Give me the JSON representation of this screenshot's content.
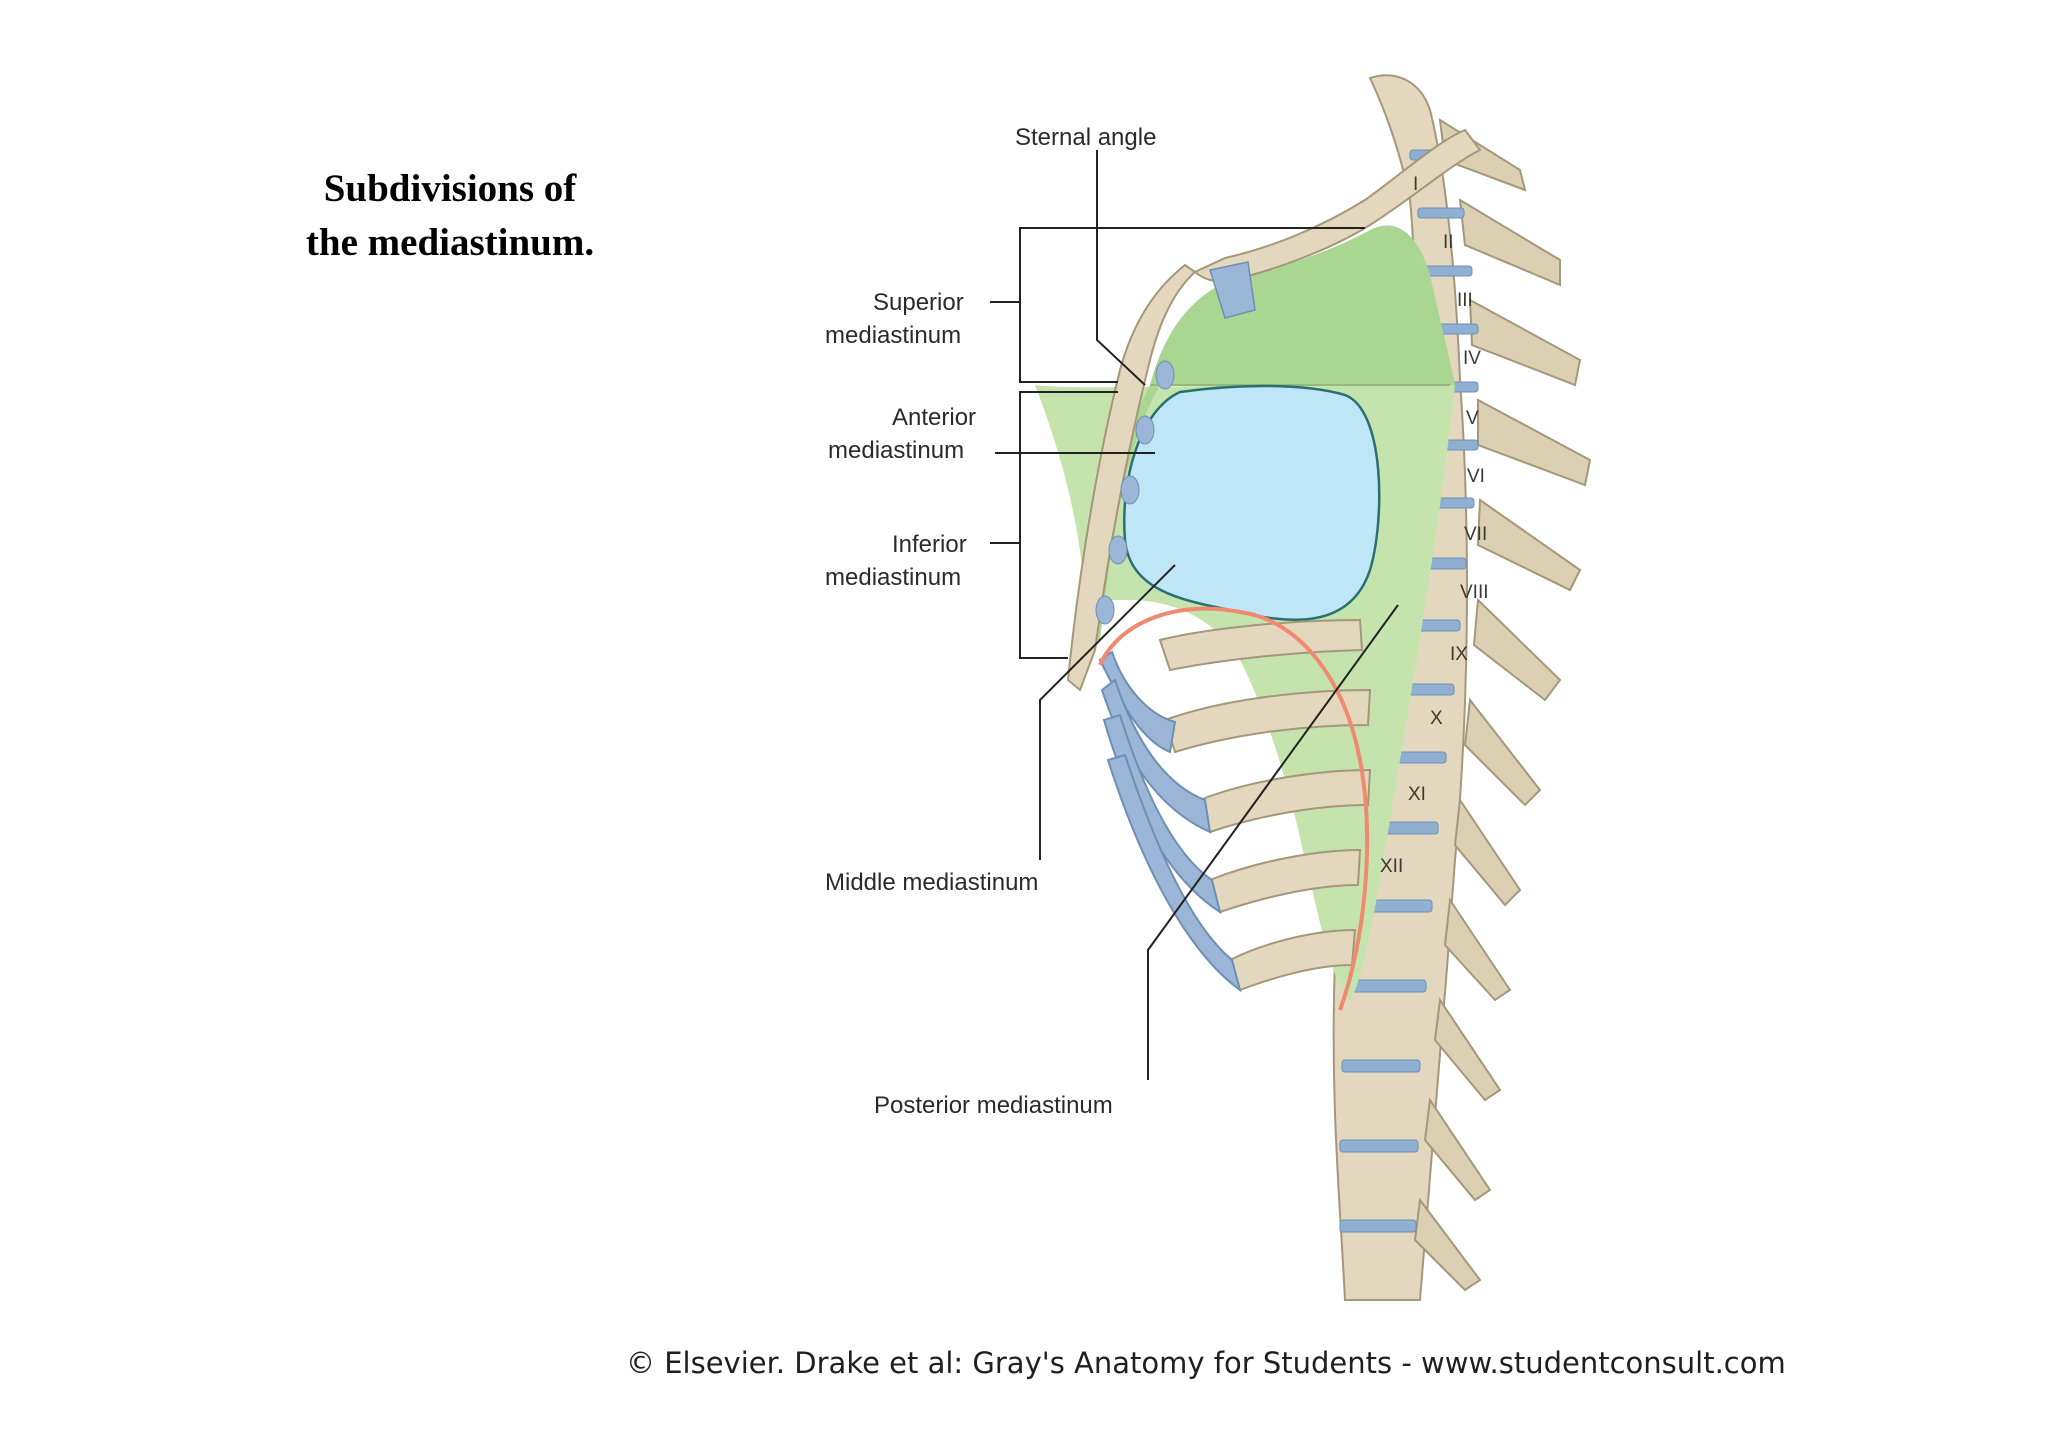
{
  "slide": {
    "title_line1": "Subdivisions of",
    "title_line2": "the mediastinum."
  },
  "labels": {
    "sternal_angle": "Sternal angle",
    "superior_1": "Superior",
    "superior_2": "mediastinum",
    "anterior_1": "Anterior",
    "anterior_2": "mediastinum",
    "inferior_1": "Inferior",
    "inferior_2": "mediastinum",
    "middle": "Middle mediastinum",
    "posterior": "Posterior mediastinum"
  },
  "vertebrae": [
    "I",
    "II",
    "III",
    "IV",
    "V",
    "VI",
    "VII",
    "VIII",
    "IX",
    "X",
    "XI",
    "XII"
  ],
  "credit": "© Elsevier. Drake et al: Gray's Anatomy for Students - www.studentconsult.com",
  "colors": {
    "superior_region": "#a9d691",
    "posterior_region": "#c5e4ad",
    "middle_region": "#bfe6f6",
    "bone": "#e3d8bd",
    "cartilage": "#9bb6d6",
    "diaphragm": "#ef8a70"
  }
}
